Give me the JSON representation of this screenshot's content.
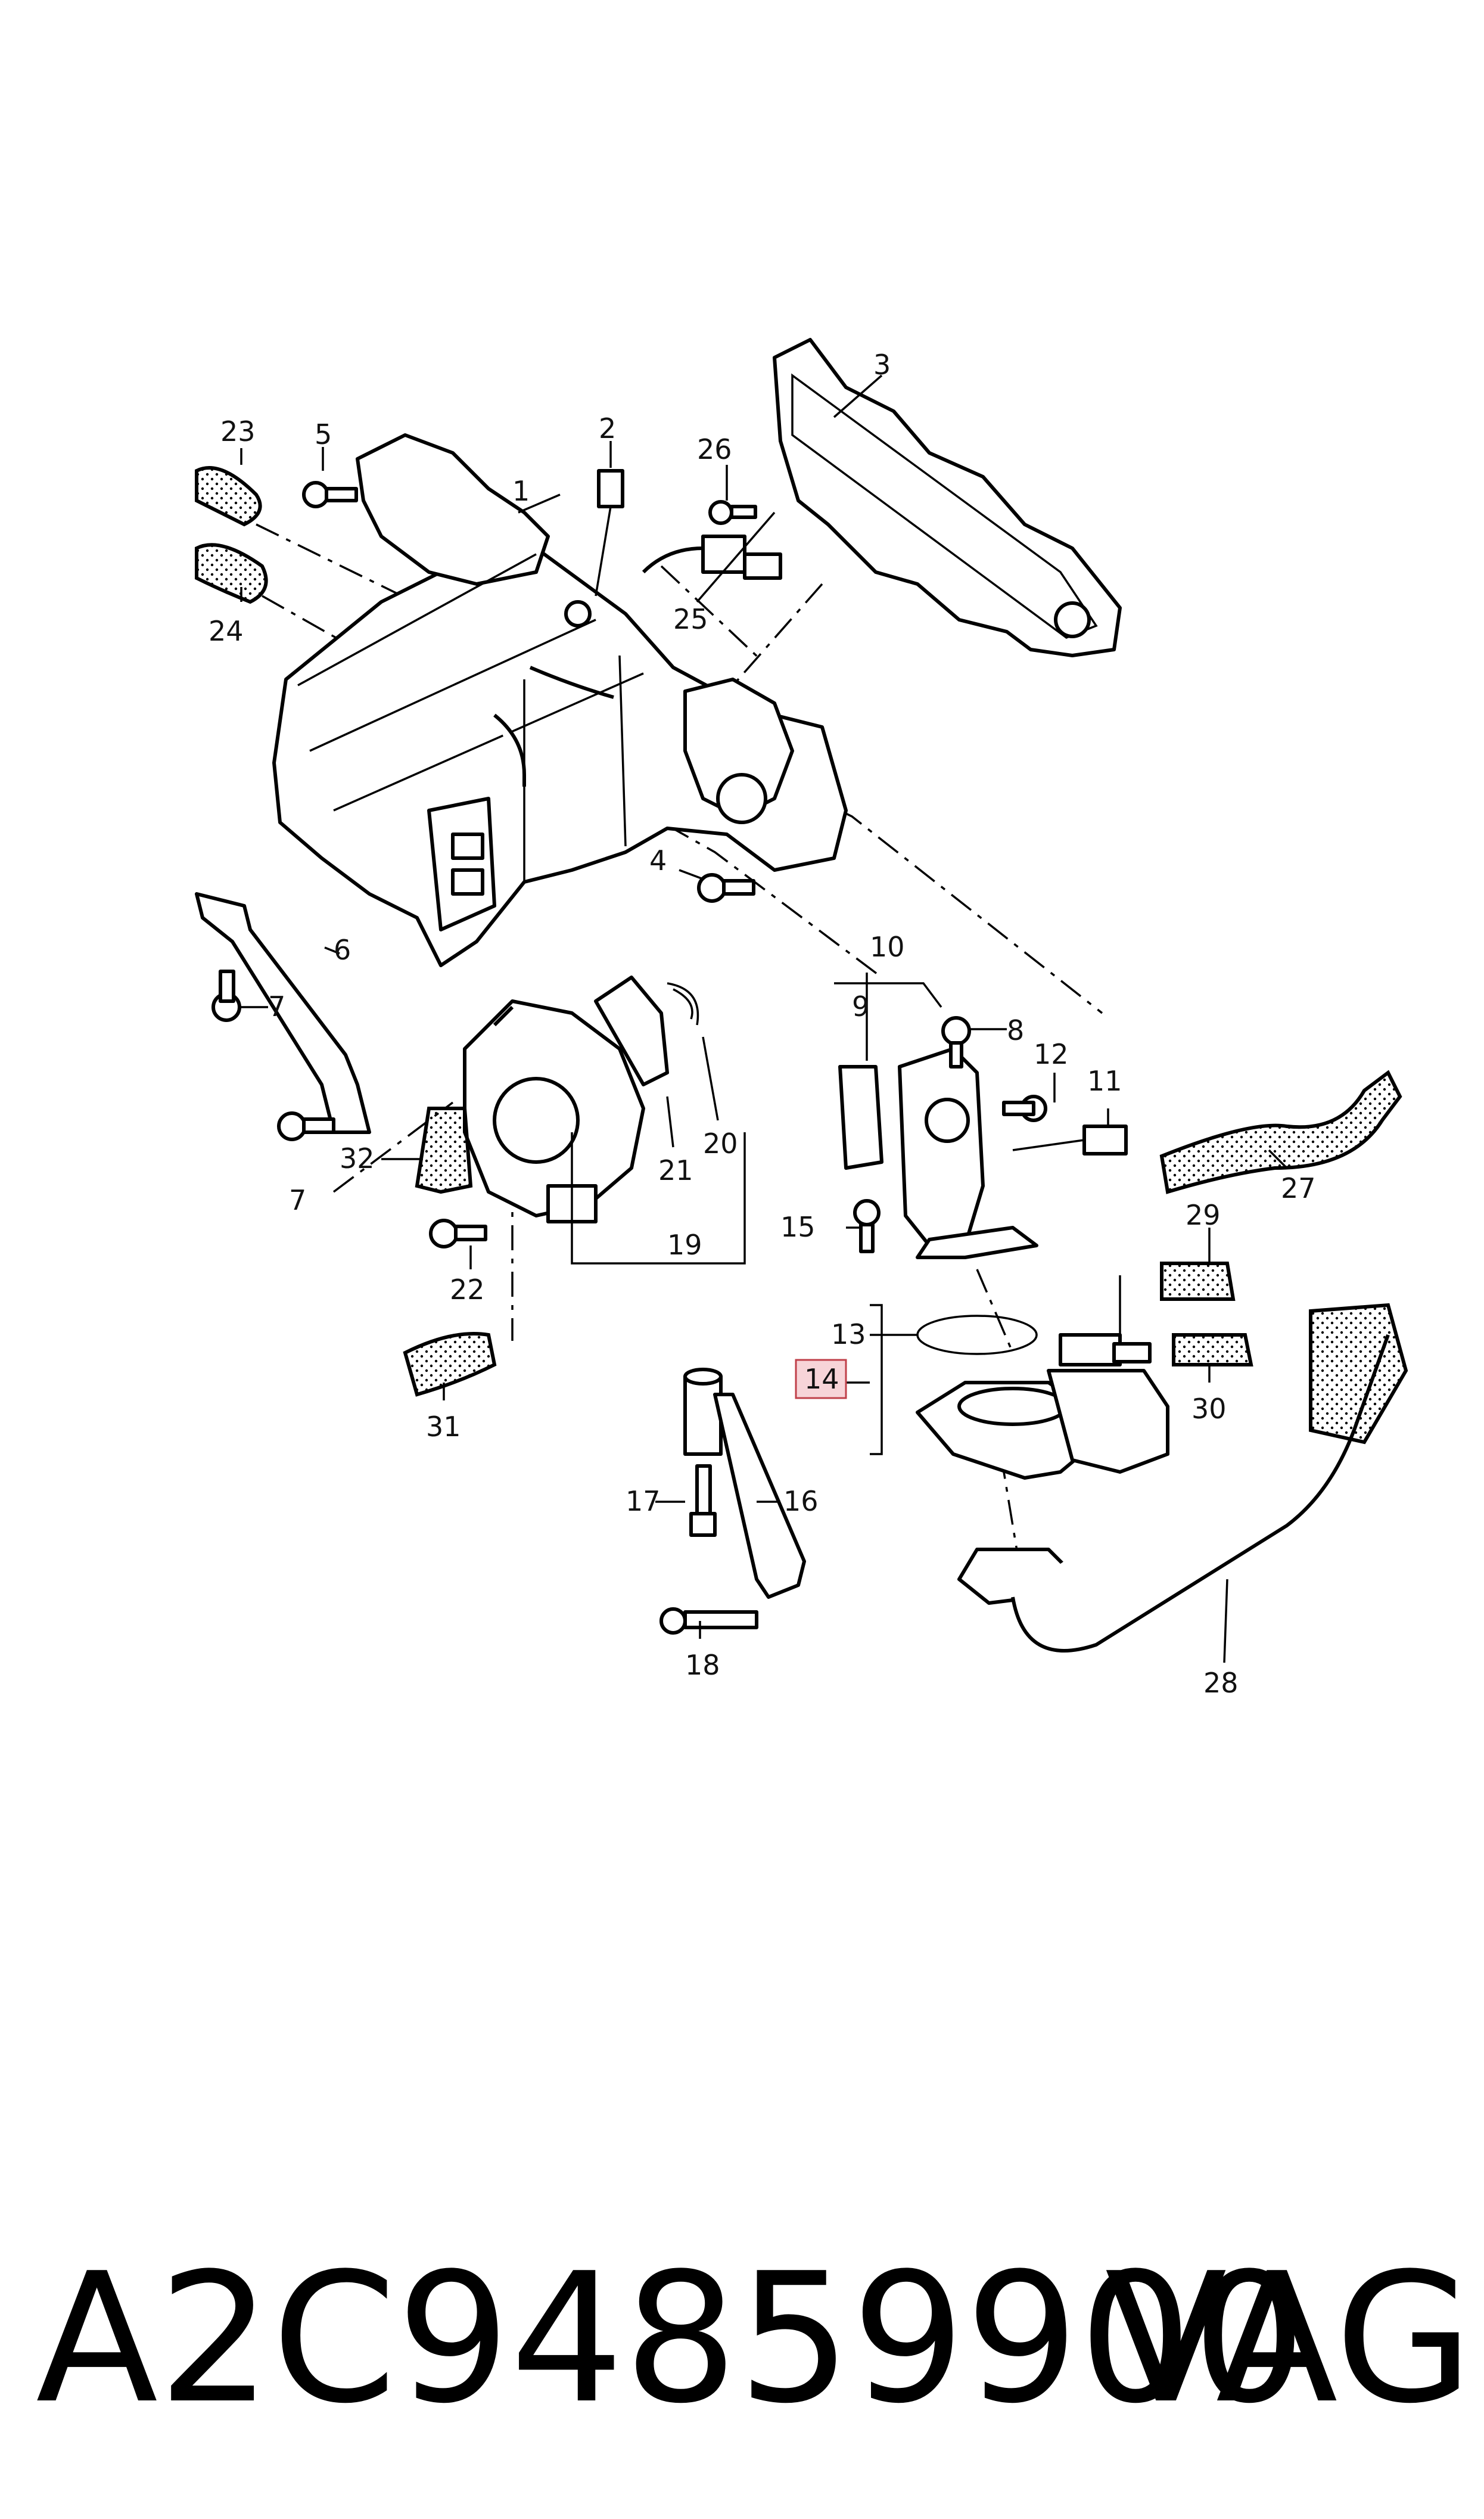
{
  "callouts": {
    "c1": "1",
    "c2": "2",
    "c3": "3",
    "c4": "4",
    "c5": "5",
    "c6": "6",
    "c7a": "7",
    "c7b": "7",
    "c8": "8",
    "c9": "9",
    "c10": "10",
    "c11": "11",
    "c12": "12",
    "c13": "13",
    "c14": "14",
    "c15": "15",
    "c16": "16",
    "c17": "17",
    "c18": "18",
    "c19": "19",
    "c20": "20",
    "c21": "21",
    "c22": "22",
    "c23": "23",
    "c24": "24",
    "c25": "25",
    "c26": "26",
    "c27": "27",
    "c28": "28",
    "c29": "29",
    "c30": "30",
    "c31": "31",
    "c32": "32"
  },
  "highlight": {
    "callout": "14",
    "fill": "#f7d4d8",
    "stroke": "#c0404a"
  },
  "footer": {
    "part_number": "A2C94859900",
    "brand": "VAG"
  }
}
